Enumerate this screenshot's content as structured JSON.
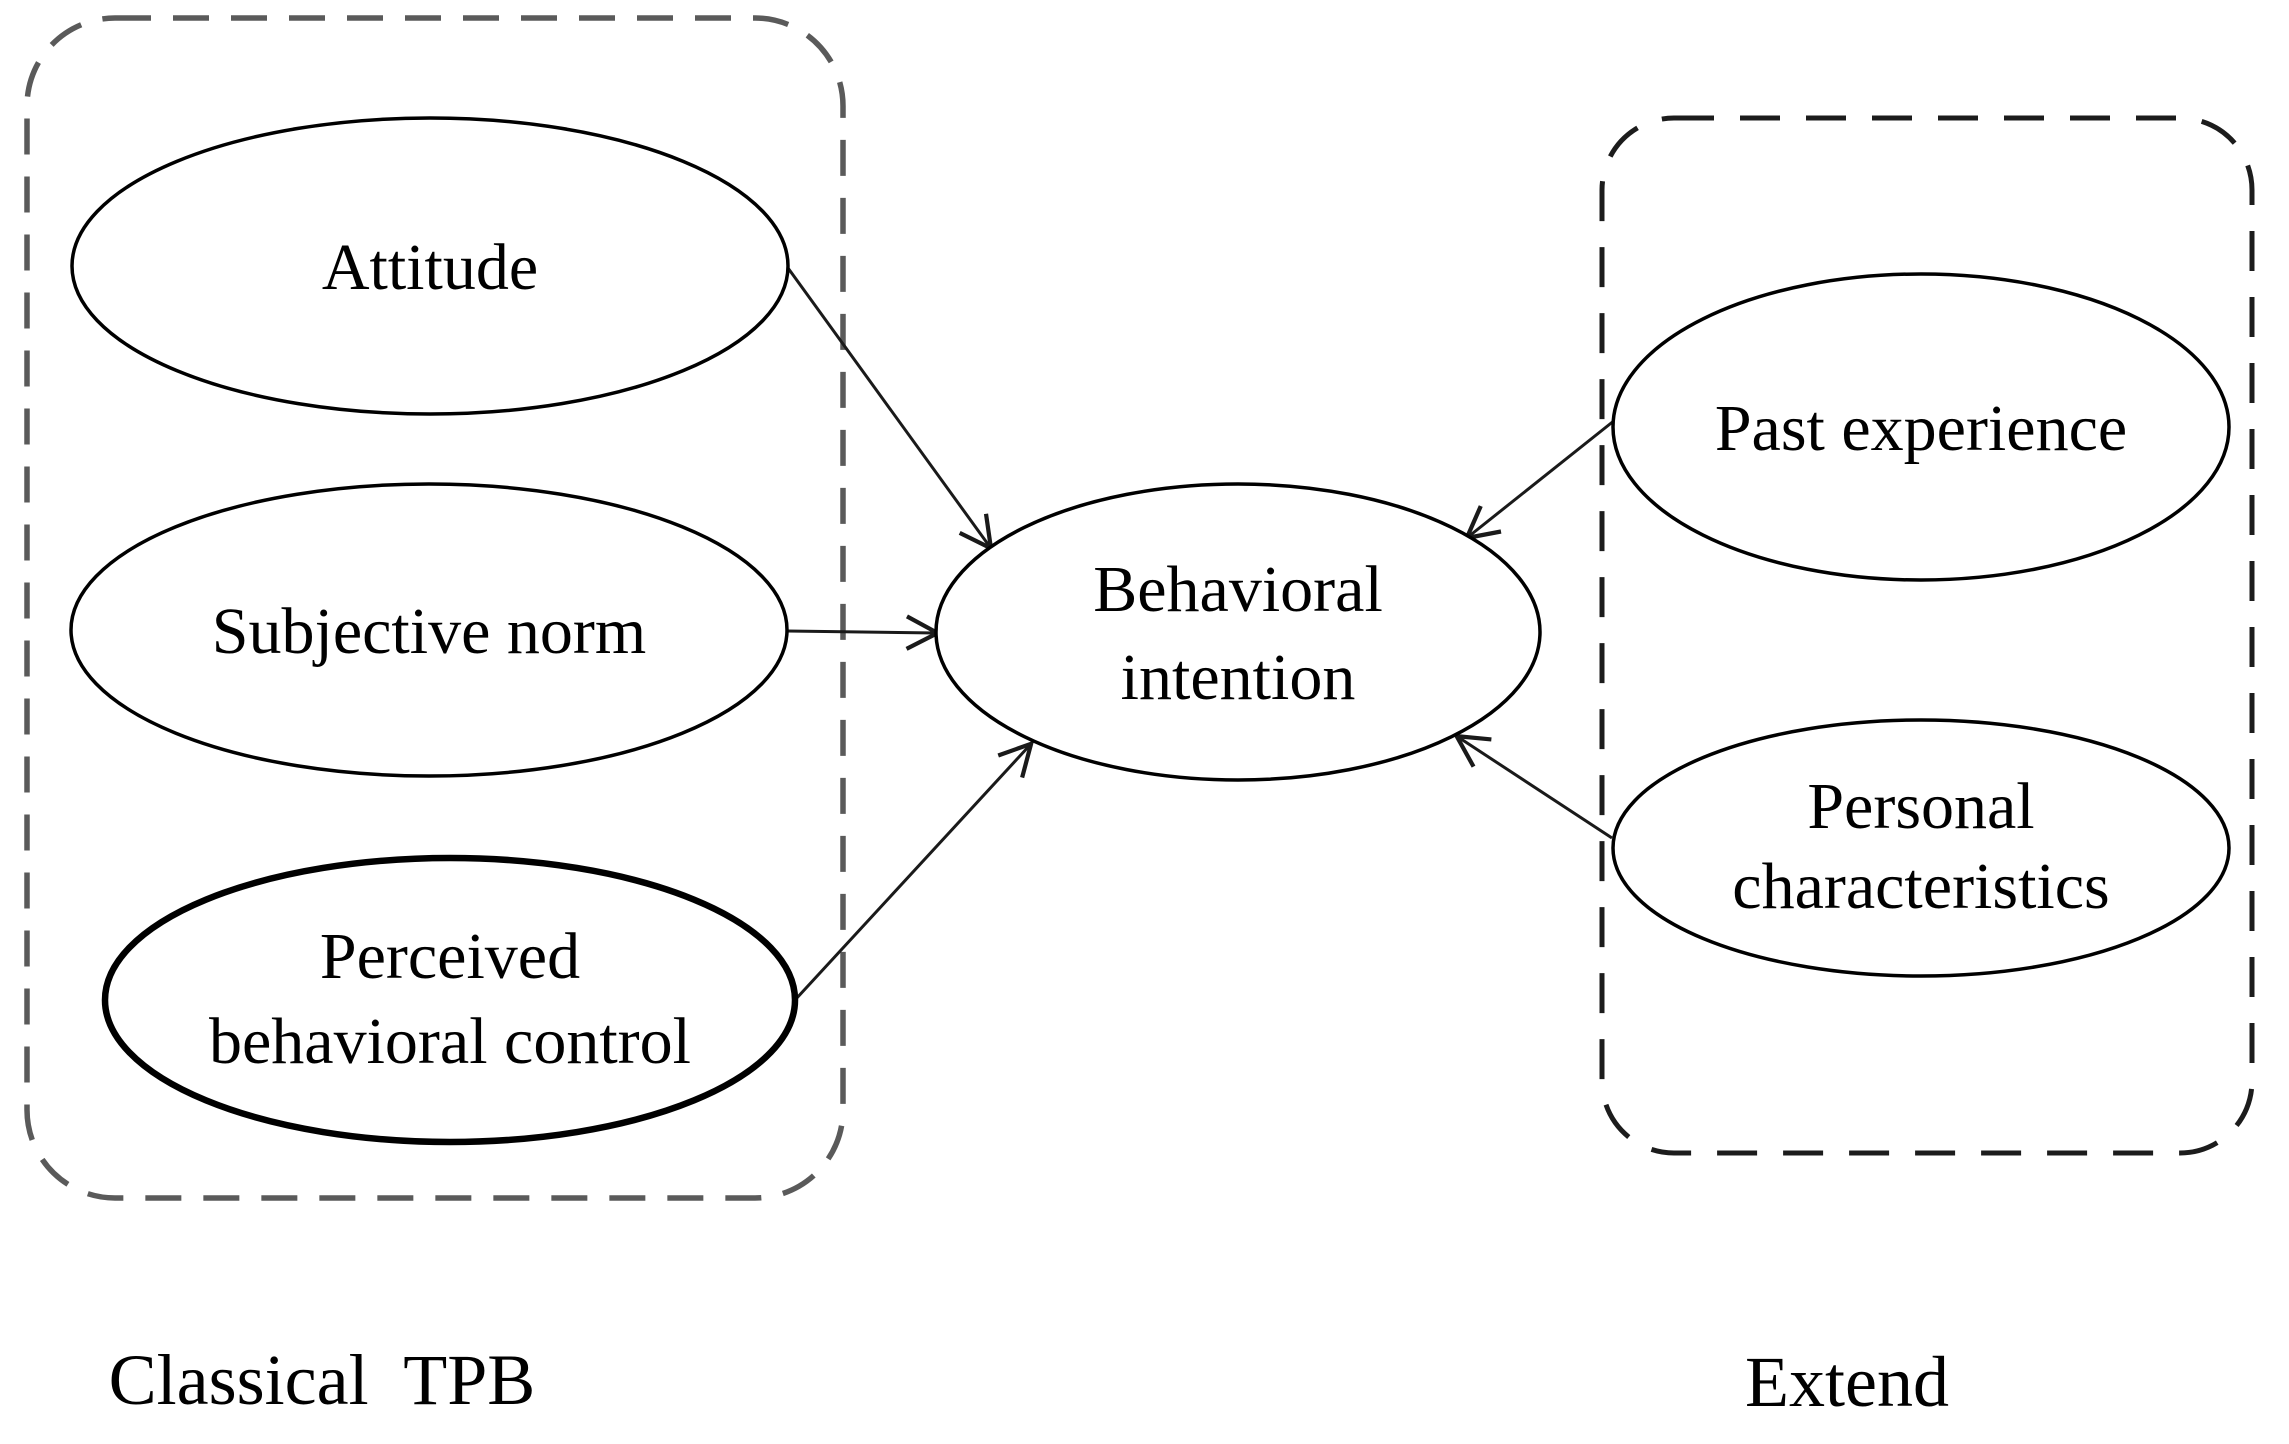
{
  "diagram": {
    "background": "#ffffff",
    "stroke_color": "#000000",
    "left_box_dash_color": "#5a5a5a",
    "right_box_dash_color": "#1c1c1c",
    "groups": {
      "classical_tpb": {
        "label": "Classical  TPB"
      },
      "extend": {
        "label": "Extend"
      }
    },
    "nodes": {
      "attitude": {
        "lines": [
          "Attitude"
        ]
      },
      "subjective_norm": {
        "lines": [
          "Subjective norm"
        ]
      },
      "perceived_behavioral_control": {
        "lines": [
          "Perceived",
          "behavioral control"
        ]
      },
      "behavioral_intention": {
        "lines": [
          "Behavioral",
          "intention"
        ]
      },
      "past_experience": {
        "lines": [
          "Past experience"
        ]
      },
      "personal_characteristics": {
        "lines": [
          "Personal",
          "characteristics"
        ]
      }
    },
    "edges": [
      {
        "from": "Attitude",
        "to": "Behavioral intention"
      },
      {
        "from": "Subjective norm",
        "to": "Behavioral intention"
      },
      {
        "from": "Perceived behavioral control",
        "to": "Behavioral intention"
      },
      {
        "from": "Past experience",
        "to": "Behavioral intention"
      },
      {
        "from": "Personal characteristics",
        "to": "Behavioral intention"
      }
    ]
  }
}
